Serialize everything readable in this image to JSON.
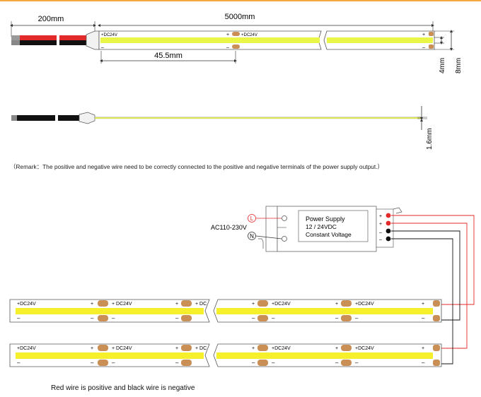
{
  "dimensions": {
    "wire_length": "200mm",
    "strip_length": "5000mm",
    "cut_unit": "45.5mm",
    "pcb_width": "4mm",
    "strip_width": "8mm",
    "thickness": "1.6mm"
  },
  "strip_labels": {
    "positive_terminal": "+DC24V",
    "positive_terminal_spaced": "+ DC24V",
    "positive_cut": "+ DC",
    "plus": "+",
    "minus": "–"
  },
  "remark": "（Remark：The positive and negative wire need to be correctly connected to the positive and negative terminals of the power supply output.）",
  "power_supply": {
    "title": "Power Supply",
    "voltage": "12 / 24VDC",
    "mode": "Constant Voltage",
    "input_label": "AC110-230V",
    "live": "L",
    "neutral": "N",
    "out_plus": "+",
    "out_minus": "–"
  },
  "footer_note": "Red wire is positive and black wire is negative",
  "colors": {
    "led_yellow": "#f6ef2b",
    "led_green_yellow": "#e9f547",
    "copper_pad": "#c98f55",
    "red_wire": "#e32a2a",
    "black_wire": "#111111",
    "orange_rule": "#f4a640"
  }
}
